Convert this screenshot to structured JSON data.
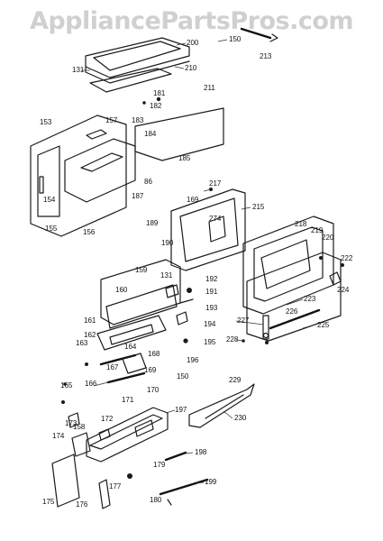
{
  "watermark": "AppliancePartsPros.com",
  "colors": {
    "ink": "#1a1a1a",
    "watermark": "#d0d0d0",
    "background": "#ffffff"
  },
  "callouts": [
    "200",
    "150",
    "131",
    "210",
    "213",
    "211",
    "181",
    "182",
    "183",
    "157",
    "153",
    "184",
    "185",
    "86",
    "154",
    "187",
    "155",
    "156",
    "217",
    "169",
    "215",
    "189",
    "190",
    "274",
    "160",
    "218",
    "219",
    "220",
    "222",
    "159",
    "131",
    "191",
    "192",
    "193",
    "223",
    "224",
    "225",
    "226",
    "227",
    "228",
    "161",
    "162",
    "194",
    "195",
    "163",
    "164",
    "168",
    "196",
    "165",
    "166",
    "167",
    "169",
    "150",
    "170",
    "171",
    "197",
    "158",
    "229",
    "230",
    "172",
    "173",
    "174",
    "198",
    "179",
    "199",
    "175",
    "176",
    "177",
    "180"
  ]
}
